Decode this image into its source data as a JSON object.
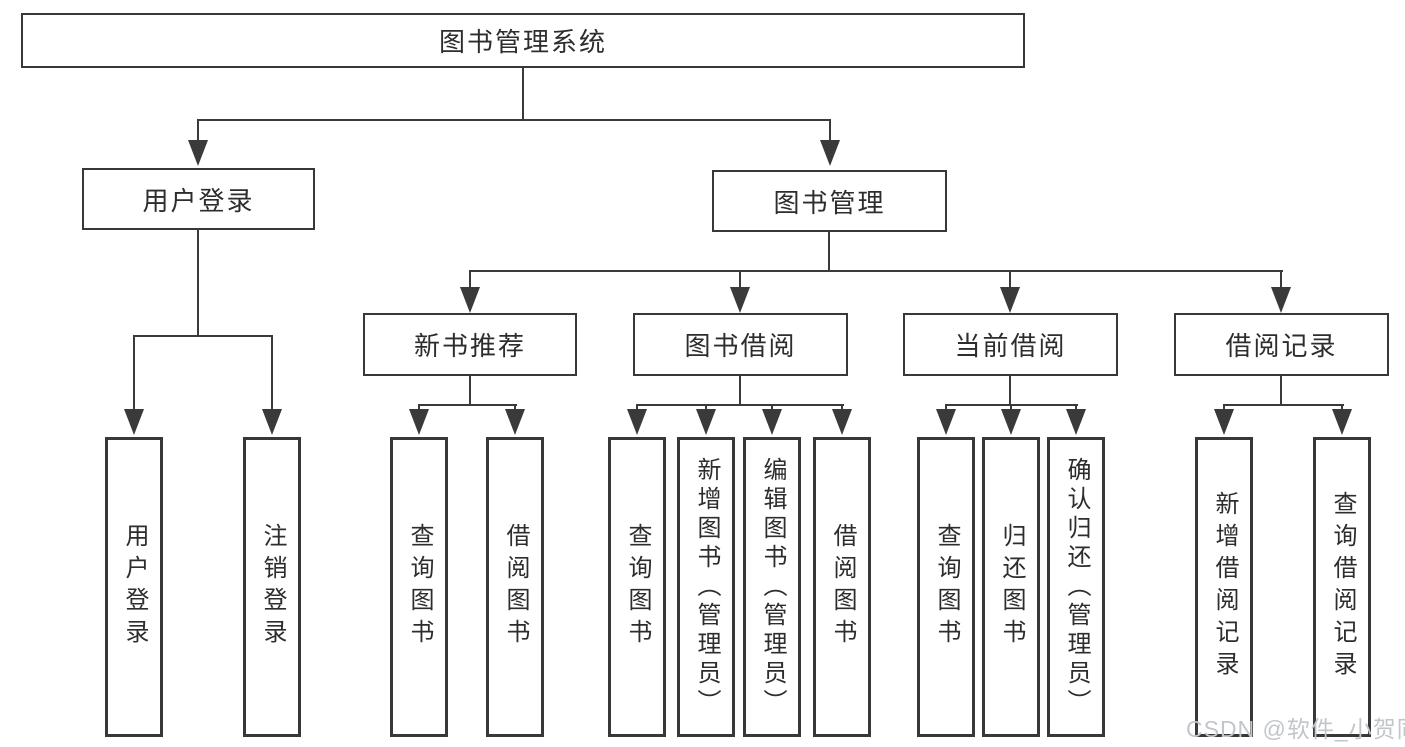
{
  "tree": {
    "root": "图书管理系统",
    "user_branch": {
      "label": "用户登录",
      "children": [
        "用户登录",
        "注销登录"
      ]
    },
    "book_branch": {
      "label": "图书管理",
      "groups": [
        {
          "label": "新书推荐",
          "children": [
            "查询图书",
            "借阅图书"
          ]
        },
        {
          "label": "图书借阅",
          "children": [
            "查询图书",
            "新增图书（管理员）",
            "编辑图书（管理员）",
            "借阅图书"
          ]
        },
        {
          "label": "当前借阅",
          "children": [
            "查询图书",
            "归还图书",
            "确认归还（管理员）"
          ]
        },
        {
          "label": "借阅记录",
          "children": [
            "新增借阅记录",
            "查询借阅记录"
          ]
        }
      ]
    }
  },
  "watermark": "CSDN @软件_小贺同学"
}
